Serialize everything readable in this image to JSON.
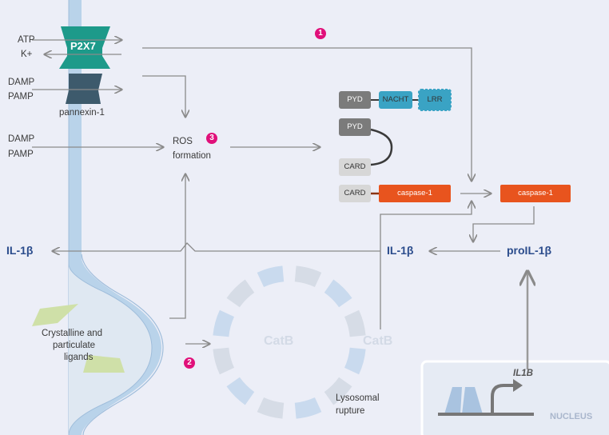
{
  "labels": {
    "atp": "ATP",
    "kplus": "K+",
    "p2x7": "P2X7",
    "damp1": "DAMP",
    "pamp1": "PAMP",
    "pannexin": "pannexin-1",
    "damp2": "DAMP",
    "pamp2": "PAMP",
    "ros": "ROS",
    "formation": "formation",
    "pyd_top": "PYD",
    "nacht": "NACHT",
    "lrr": "LRR",
    "pyd_asc": "PYD",
    "card_asc": "CARD",
    "card_casp": "CARD",
    "caspase_pro": "caspase-1",
    "caspase_active": "caspase-1",
    "il1b_left": "IL-1β",
    "il1b_mid": "IL-1β",
    "proil1b": "proIL-1β",
    "crystal1": "Crystalline and",
    "crystal2": "particulate",
    "crystal3": "ligands",
    "catb_in": "CatB",
    "catb_out": "CatB",
    "lyso1": "Lysosomal",
    "lyso2": "rupture",
    "gene": "IL1B",
    "nucleus": "NUCLEUS"
  },
  "markers": {
    "m1": "1",
    "m2": "2",
    "m3": "3"
  },
  "colors": {
    "p2x7": "#1d9a8a",
    "pannexin": "#3d5a6c",
    "caspase": "#e8541e",
    "nacht": "#3aa3c4",
    "membrane": "#b9d3ea",
    "marker": "#e0107a",
    "label_blue": "#2b4c8c"
  }
}
